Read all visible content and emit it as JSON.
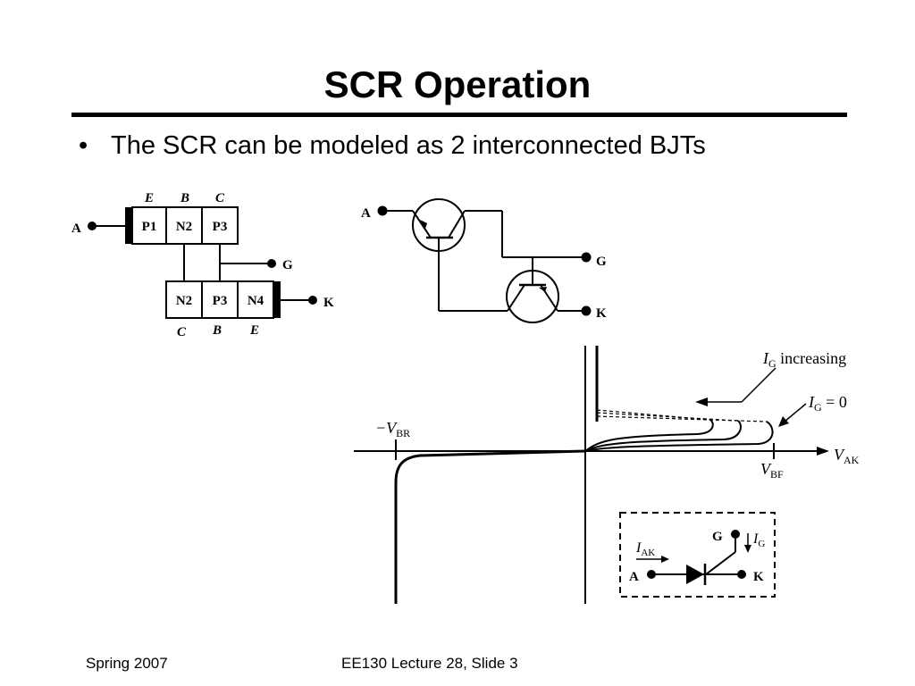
{
  "slide": {
    "title": "SCR Operation",
    "bullet": "The SCR can be modeled as 2 interconnected BJTs",
    "footer_left": "Spring 2007",
    "footer_center": "EE130 Lecture 28, Slide 3"
  },
  "layer_diagram": {
    "top_region_labels": [
      "E",
      "B",
      "C"
    ],
    "top_boxes": [
      "P1",
      "N2",
      "P3"
    ],
    "bottom_boxes": [
      "N2",
      "P3",
      "N4"
    ],
    "bottom_region_labels": [
      "C",
      "B",
      "E"
    ],
    "anode": "A",
    "gate": "G",
    "cathode": "K"
  },
  "bjt_model": {
    "anode": "A",
    "gate": "G",
    "cathode": "K"
  },
  "iv_plot": {
    "neg_breakdown": {
      "prefix": "−V",
      "sub": "BR"
    },
    "forward_breakover": {
      "main": "V",
      "sub": "BF"
    },
    "x_axis": {
      "main": "V",
      "sub": "AK"
    },
    "ig_increasing": {
      "main": "I",
      "sub": "G",
      "rest": " increasing"
    },
    "ig_zero": {
      "main": "I",
      "sub": "G",
      "rest": " = 0"
    }
  },
  "symbol_inset": {
    "gate": "G",
    "gate_current": {
      "main": "I",
      "sub": "G"
    },
    "anode_current": {
      "main": "I",
      "sub": "AK"
    },
    "anode": "A",
    "cathode": "K"
  }
}
